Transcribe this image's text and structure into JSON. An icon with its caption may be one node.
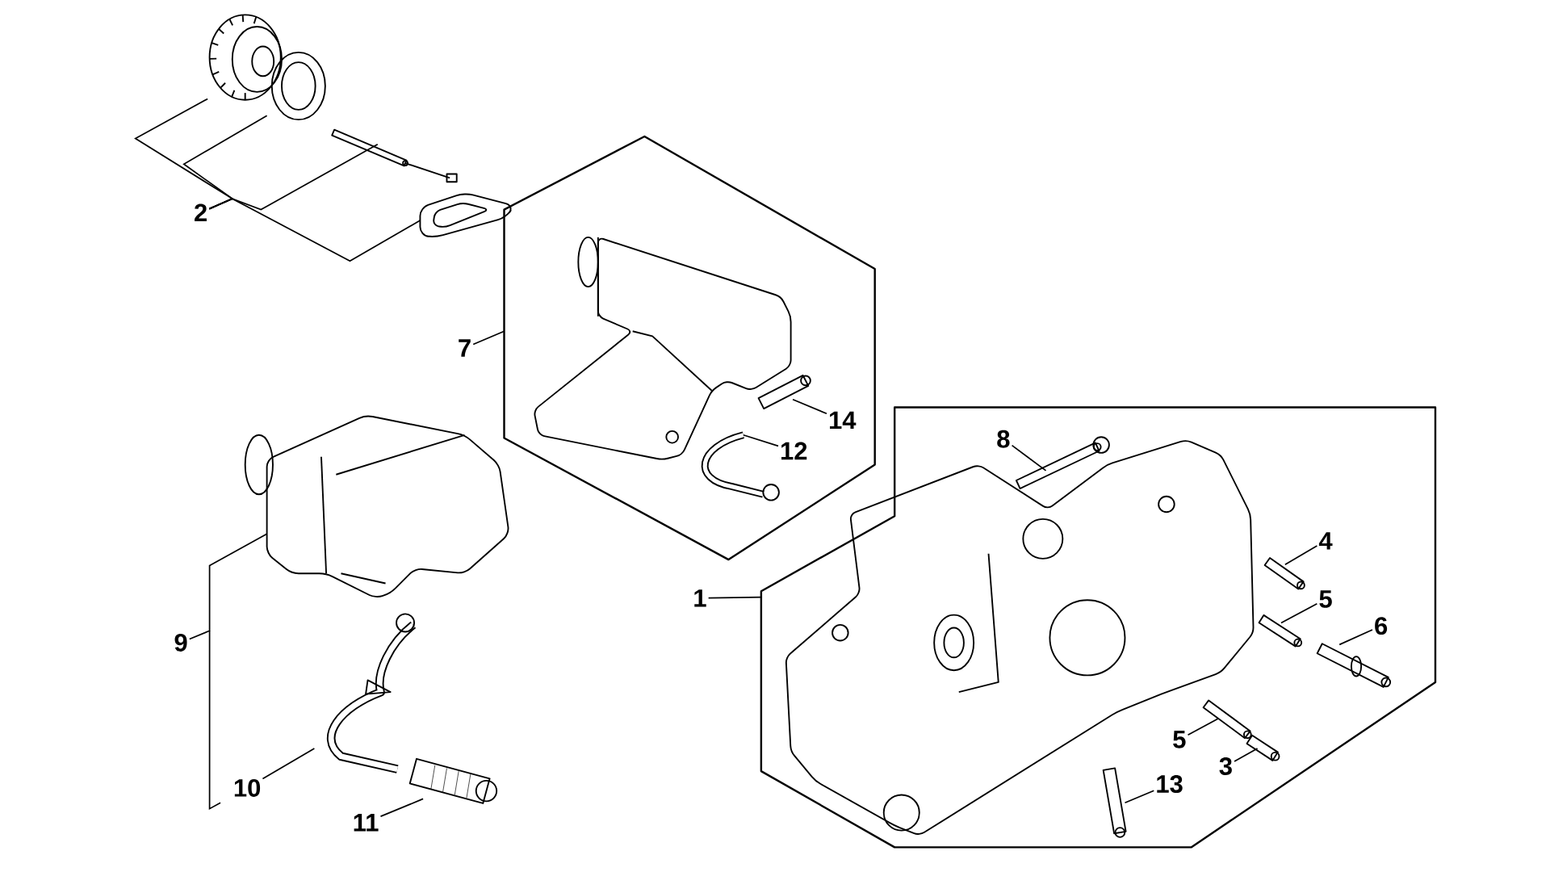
{
  "diagram": {
    "nodes": [
      {
        "text": [
          "2"
        ]
      },
      {
        "text": [],
        "shape": "picture"
      },
      {
        "text": [],
        "shape": "picture"
      },
      {
        "text": [],
        "shape": "picture"
      },
      {
        "text": [],
        "shape": "picture"
      },
      {
        "text": [],
        "shape": "polygon"
      },
      {
        "text": [
          "7"
        ]
      },
      {
        "text": [],
        "shape": "picture",
        "in": 5
      },
      {
        "text": [],
        "shape": "picture",
        "in": 5
      },
      {
        "text": [],
        "shape": "picture",
        "in": 5
      },
      {
        "text": [
          "14"
        ],
        "in": 5
      },
      {
        "text": [
          "12"
        ],
        "in": 5
      },
      {
        "text": [],
        "shape": "polygon"
      },
      {
        "text": [
          "1"
        ]
      },
      {
        "text": [],
        "shape": "picture"
      },
      {
        "text": [
          "8"
        ],
        "in": 12
      },
      {
        "text": [],
        "shape": "picture",
        "in": 12
      },
      {
        "text": [],
        "shape": "picture",
        "in": 12
      },
      {
        "text": [
          "4"
        ],
        "in": 12
      },
      {
        "text": [],
        "shape": "picture",
        "in": 12
      },
      {
        "text": [
          "5"
        ],
        "in": 12
      },
      {
        "text": [],
        "shape": "picture",
        "in": 12
      },
      {
        "text": [
          "6"
        ],
        "in": 12
      },
      {
        "text": [],
        "shape": "picture",
        "in": 12
      },
      {
        "text": [
          "9"
        ]
      },
      {
        "text": [],
        "shape": "picture"
      },
      {
        "text": [
          "10"
        ]
      },
      {
        "text": [
          "5"
        ],
        "in": 12
      },
      {
        "text": [],
        "shape": "picture",
        "in": 12
      },
      {
        "text": [
          "3"
        ],
        "in": 12
      },
      {
        "text": [],
        "shape": "picture",
        "in": 12
      },
      {
        "text": [
          "13"
        ],
        "in": 12
      },
      {
        "text": [],
        "shape": "picture",
        "in": 12
      },
      {
        "text": [],
        "shape": "picture"
      },
      {
        "text": [
          "11"
        ]
      }
    ],
    "edges": [
      {
        "from": 0,
        "to": 1,
        "arrow": "none"
      },
      {
        "from": 0,
        "to": 2,
        "arrow": "none"
      },
      {
        "from": 0,
        "to": 3,
        "arrow": "none"
      },
      {
        "from": 0,
        "to": 4,
        "arrow": "none"
      },
      {
        "from": 6,
        "to": 5,
        "arrow": "none"
      },
      {
        "from": 10,
        "to": 8,
        "arrow": "none"
      },
      {
        "from": 11,
        "to": 9,
        "arrow": "none"
      },
      {
        "from": 13,
        "to": 12,
        "arrow": "none"
      },
      {
        "from": 15,
        "to": 16,
        "arrow": "none"
      },
      {
        "from": 18,
        "to": 19,
        "arrow": "none"
      },
      {
        "from": 20,
        "to": 21,
        "arrow": "none"
      },
      {
        "from": 22,
        "to": 23,
        "arrow": "none"
      },
      {
        "from": 24,
        "to": 14,
        "arrow": "none"
      },
      {
        "from": 26,
        "to": 25,
        "arrow": "none"
      },
      {
        "from": 27,
        "to": 28,
        "arrow": "none"
      },
      {
        "from": 29,
        "to": 30,
        "arrow": "none"
      },
      {
        "from": 31,
        "to": 32,
        "arrow": "none"
      },
      {
        "from": 34,
        "to": 33,
        "arrow": "none"
      }
    ]
  }
}
